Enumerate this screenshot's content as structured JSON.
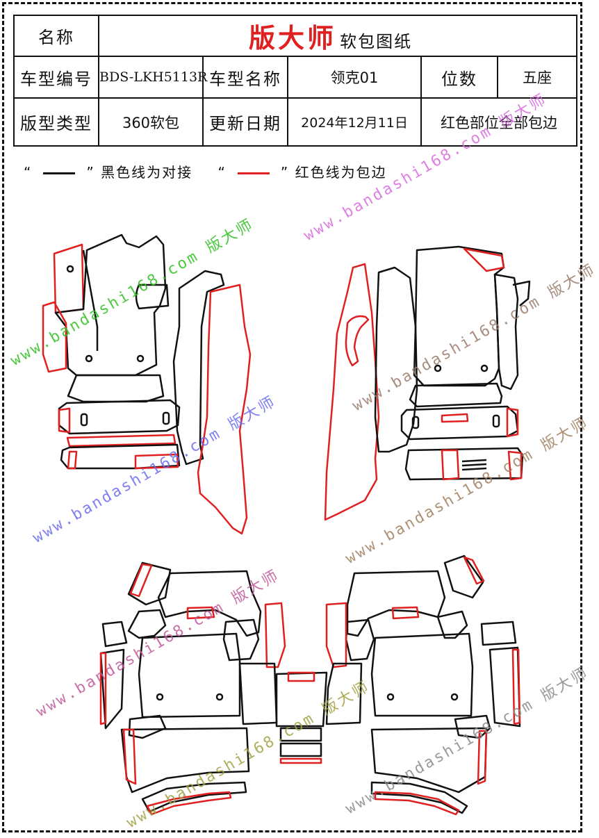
{
  "header": {
    "name_label": "名称",
    "brand": "版大师",
    "doc_type": "软包图纸",
    "model_code_label": "车型编号",
    "model_code": "BDS-LKH5113R",
    "model_name_label": "车型名称",
    "model_name": "领克01",
    "seats_label": "位数",
    "seats": "五座",
    "pattern_type_label": "版型类型",
    "pattern_type": "360软包",
    "update_label": "更新日期",
    "update_date": "2024年12月11日",
    "note": "红色部位全部包边"
  },
  "legend": {
    "black_text": "黑色线为对接",
    "red_text": "红色线为包边",
    "black_color": "#111111",
    "red_color": "#e02020"
  },
  "watermarks": {
    "url": "www.bandashi168.com",
    "brand": "版大师"
  },
  "colors": {
    "brand": "#e02020",
    "line": "#111111"
  }
}
